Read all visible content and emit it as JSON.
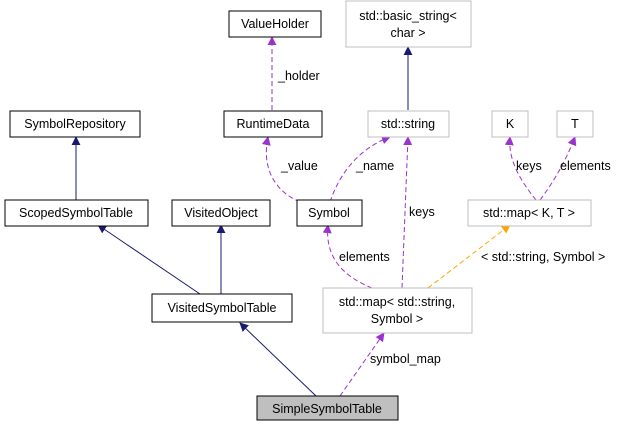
{
  "nodes": [
    {
      "id": "value-holder",
      "lines": [
        "ValueHolder"
      ],
      "style": "solid"
    },
    {
      "id": "std-basic-string",
      "lines": [
        "std::basic_string<",
        "char >"
      ],
      "style": "gray"
    },
    {
      "id": "symbol-repository",
      "lines": [
        "SymbolRepository"
      ],
      "style": "solid"
    },
    {
      "id": "runtime-data",
      "lines": [
        "RuntimeData"
      ],
      "style": "solid"
    },
    {
      "id": "std-string",
      "lines": [
        "std::string"
      ],
      "style": "gray"
    },
    {
      "id": "k",
      "lines": [
        "K"
      ],
      "style": "gray"
    },
    {
      "id": "t",
      "lines": [
        "T"
      ],
      "style": "gray"
    },
    {
      "id": "scoped-symbol-table",
      "lines": [
        "ScopedSymbolTable"
      ],
      "style": "solid"
    },
    {
      "id": "visited-object",
      "lines": [
        "VisitedObject"
      ],
      "style": "solid"
    },
    {
      "id": "symbol",
      "lines": [
        "Symbol"
      ],
      "style": "solid"
    },
    {
      "id": "std-map-kt",
      "lines": [
        "std::map< K, T >"
      ],
      "style": "gray"
    },
    {
      "id": "visited-symbol-table",
      "lines": [
        "VisitedSymbolTable"
      ],
      "style": "solid"
    },
    {
      "id": "std-map-string-symbol",
      "lines": [
        "std::map< std::string,",
        "Symbol >"
      ],
      "style": "gray"
    },
    {
      "id": "simple-symbol-table",
      "lines": [
        "SimpleSymbolTable"
      ],
      "style": "highlight"
    }
  ],
  "edge_labels": {
    "holder": "_holder",
    "value": "_value",
    "name": "_name",
    "keys_string": "keys",
    "keys_k": "keys",
    "elements_t": "elements",
    "elements_symbol": "elements",
    "template_args": "< std::string, Symbol >",
    "symbol_map": "symbol_map"
  },
  "colors": {
    "inheritance": "#191970",
    "usage": "#9a32cd",
    "template": "#ffa500",
    "node_border": "#000000",
    "gray_border": "#bfbfbf",
    "highlight_fill": "#bfbfbf"
  }
}
